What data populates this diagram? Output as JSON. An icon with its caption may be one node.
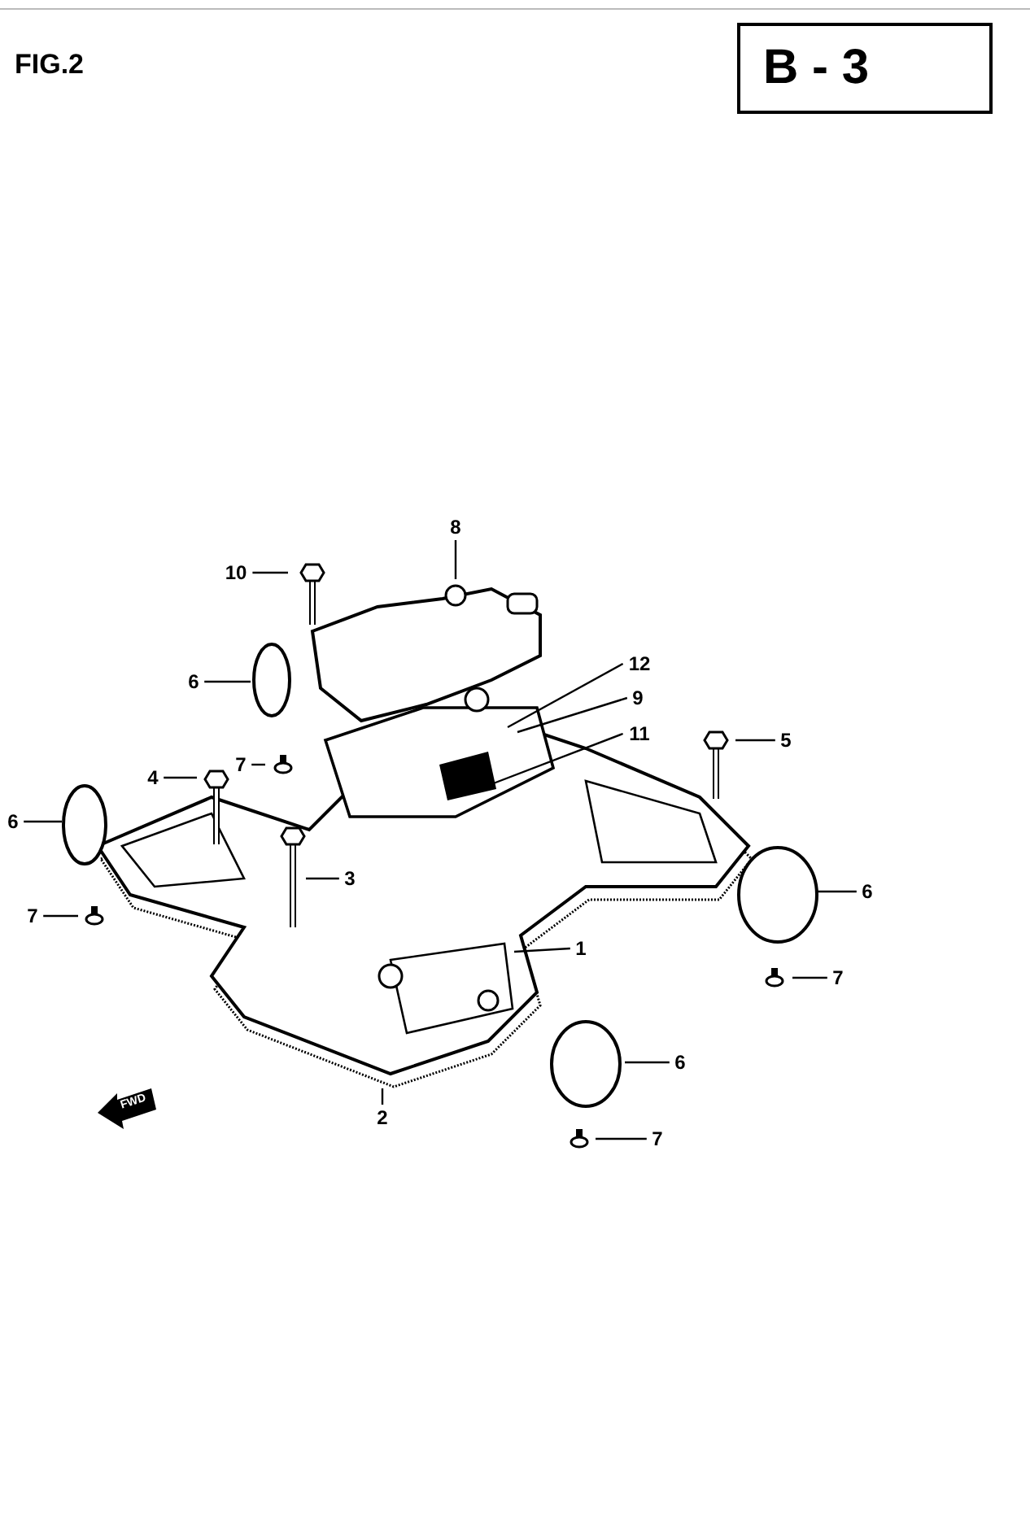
{
  "diagram": {
    "title": "FIG.2",
    "nodes": [
      {
        "text": [
          "B - 3"
        ]
      },
      {
        "text": [
          "8"
        ]
      },
      {
        "text": [
          "10"
        ]
      },
      {
        "text": [
          "12"
        ]
      },
      {
        "text": [
          "6"
        ]
      },
      {
        "text": [
          "9"
        ]
      },
      {
        "text": [
          "11"
        ]
      },
      {
        "text": [
          "5"
        ]
      },
      {
        "text": [
          "7"
        ]
      },
      {
        "text": [
          "4"
        ]
      },
      {
        "text": [
          "6"
        ]
      },
      {
        "text": [
          "3"
        ]
      },
      {
        "text": [
          "6"
        ]
      },
      {
        "text": [
          "7"
        ]
      },
      {
        "text": [
          "1"
        ]
      },
      {
        "text": [
          "7"
        ]
      },
      {
        "text": [
          "6"
        ]
      },
      {
        "text": [
          "2"
        ]
      },
      {
        "text": [
          "7"
        ]
      }
    ],
    "edges": [
      {
        "from": 1,
        "to": null,
        "arrow": "none"
      },
      {
        "from": 2,
        "to": null,
        "arrow": "none"
      },
      {
        "from": 3,
        "to": null,
        "arrow": "none"
      },
      {
        "from": 4,
        "to": null,
        "arrow": "none"
      },
      {
        "from": 5,
        "to": null,
        "arrow": "none"
      },
      {
        "from": 6,
        "to": null,
        "arrow": "none"
      },
      {
        "from": 7,
        "to": null,
        "arrow": "none"
      },
      {
        "from": 8,
        "to": null,
        "arrow": "none"
      },
      {
        "from": 9,
        "to": null,
        "arrow": "none"
      },
      {
        "from": 10,
        "to": null,
        "arrow": "none"
      },
      {
        "from": 11,
        "to": null,
        "arrow": "none"
      },
      {
        "from": 12,
        "to": null,
        "arrow": "none"
      },
      {
        "from": 13,
        "to": null,
        "arrow": "none"
      },
      {
        "from": 14,
        "to": null,
        "arrow": "none"
      },
      {
        "from": 15,
        "to": null,
        "arrow": "none"
      },
      {
        "from": 16,
        "to": null,
        "arrow": "none"
      },
      {
        "from": 17,
        "to": null,
        "arrow": "none"
      },
      {
        "from": 18,
        "to": null,
        "arrow": "none"
      }
    ],
    "labels": [
      "FWD"
    ]
  }
}
